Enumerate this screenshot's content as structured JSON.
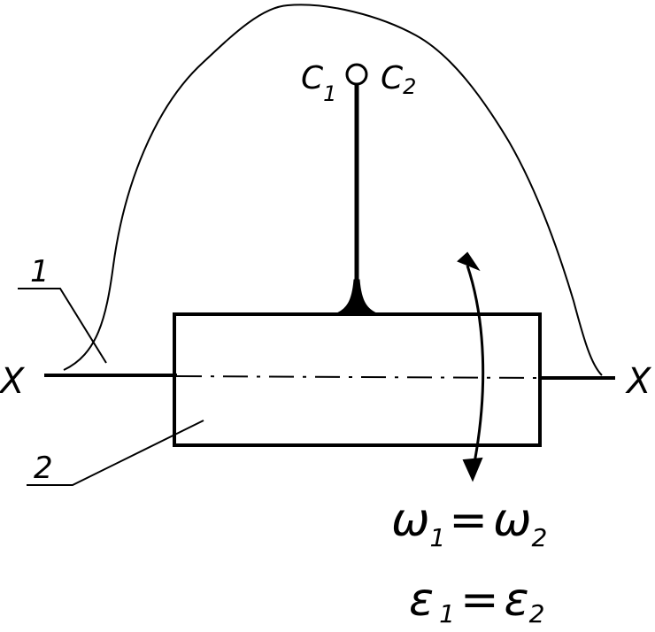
{
  "diagram": {
    "axis_label_left": "X",
    "axis_label_right": "X",
    "part_1_label": "1",
    "part_2_label": "2",
    "point_labels": {
      "c1": {
        "base": "C",
        "sub": "1"
      },
      "c2": {
        "base": "C",
        "sub": "2"
      }
    },
    "equations": {
      "omega": {
        "lhs": "ω",
        "lhs_sub": "1",
        "eq": "=",
        "rhs": "ω",
        "rhs_sub": "2"
      },
      "epsilon": {
        "lhs": "ε",
        "lhs_sub": "1",
        "eq": "=",
        "rhs": "ε",
        "rhs_sub": "2"
      }
    },
    "stroke_color": "#000000",
    "background_color": "#ffffff"
  }
}
